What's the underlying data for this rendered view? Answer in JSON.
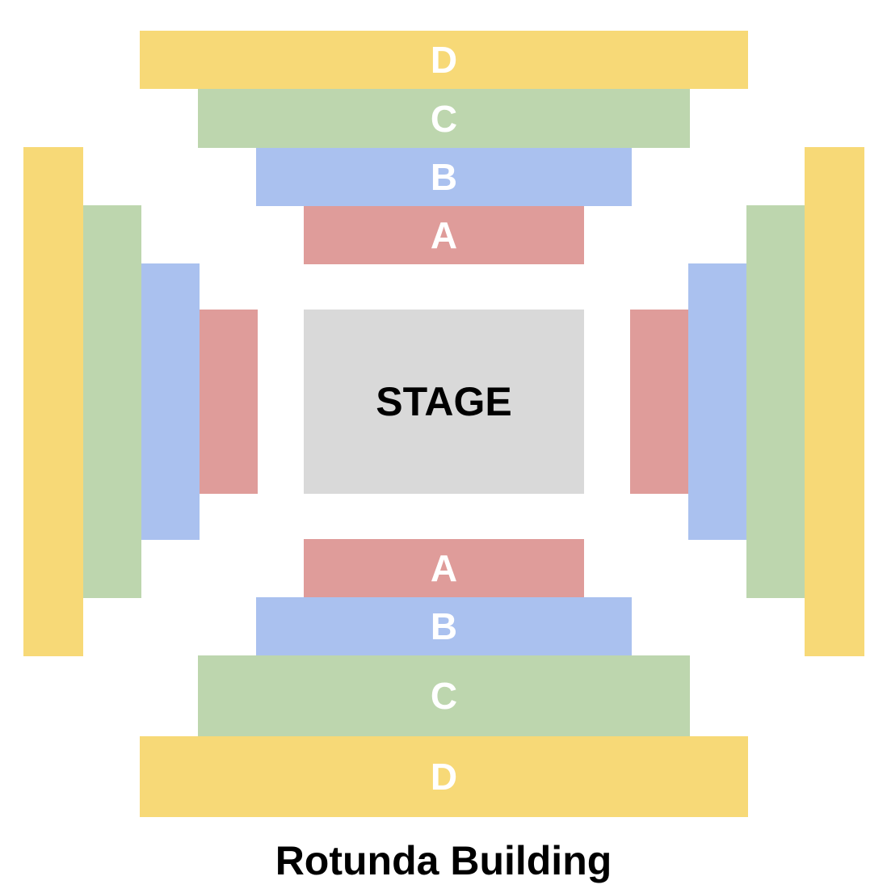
{
  "title": "Rotunda Building",
  "stage_label": "STAGE",
  "sections": {
    "a": "A",
    "b": "B",
    "c": "C",
    "d": "D"
  },
  "colors": {
    "D": "#F7D977",
    "C": "#BDD6AE",
    "B": "#AAC1EF",
    "A": "#DF9C9A",
    "stage": "#D9D9D9"
  }
}
